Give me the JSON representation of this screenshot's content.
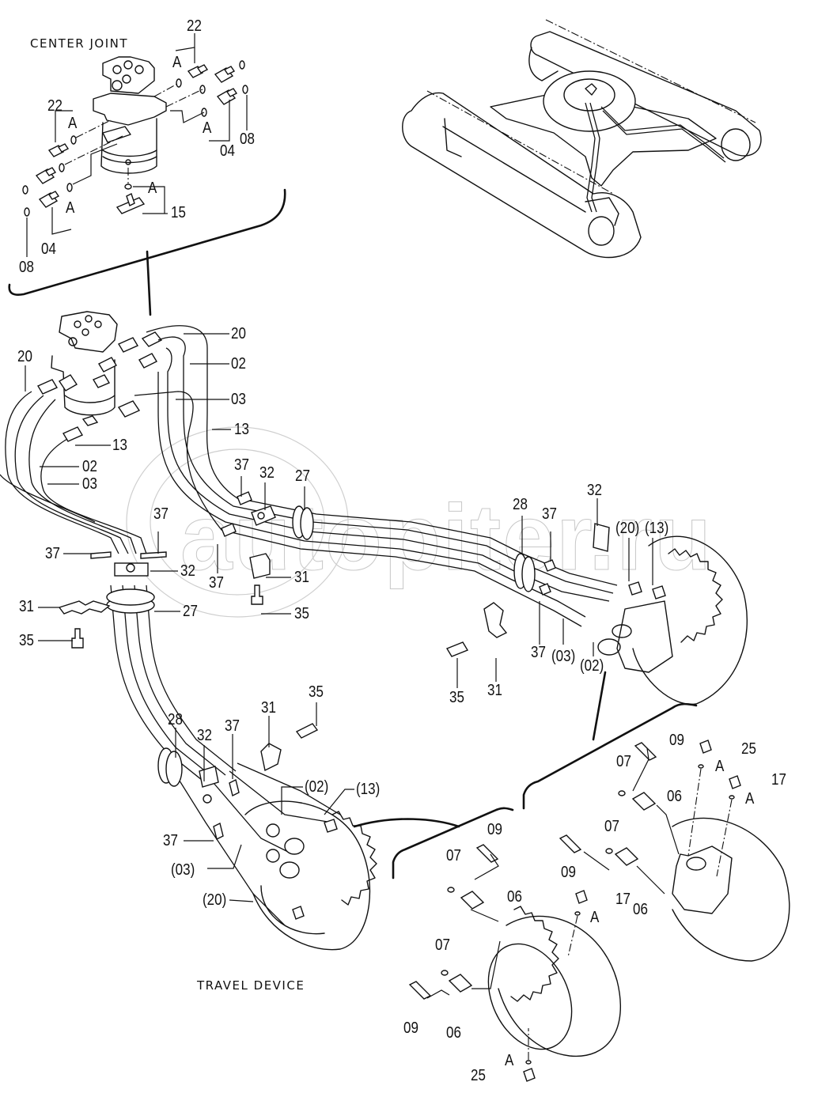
{
  "diagram": {
    "titles": {
      "center_joint": "CENTER JOINT",
      "travel_device": "TRAVEL DEVICE"
    },
    "watermark": "a autopiter.ru",
    "center_joint_labels": [
      {
        "id": "cj-22-top",
        "text": "22"
      },
      {
        "id": "cj-a-top",
        "text": "A"
      },
      {
        "id": "cj-22-left",
        "text": "22"
      },
      {
        "id": "cj-a-left",
        "text": "A"
      },
      {
        "id": "cj-a-right",
        "text": "A"
      },
      {
        "id": "cj-04-right",
        "text": "04"
      },
      {
        "id": "cj-08-right",
        "text": "08"
      },
      {
        "id": "cj-a-bottom",
        "text": "A"
      },
      {
        "id": "cj-15",
        "text": "15"
      },
      {
        "id": "cj-a-lower-left",
        "text": "A"
      },
      {
        "id": "cj-04-left",
        "text": "04"
      },
      {
        "id": "cj-08-left",
        "text": "08"
      }
    ],
    "hose_labels": [
      {
        "id": "h-20-right",
        "text": "20"
      },
      {
        "id": "h-02-right",
        "text": "02"
      },
      {
        "id": "h-03-right",
        "text": "03"
      },
      {
        "id": "h-13-right",
        "text": "13"
      },
      {
        "id": "h-20-left",
        "text": "20"
      },
      {
        "id": "h-13-mid",
        "text": "13"
      },
      {
        "id": "h-02-left",
        "text": "02"
      },
      {
        "id": "h-03-left",
        "text": "03"
      }
    ],
    "clamp_labels": [
      {
        "id": "c-37-a",
        "text": "37"
      },
      {
        "id": "c-32-a",
        "text": "32"
      },
      {
        "id": "c-27-a",
        "text": "27"
      },
      {
        "id": "c-37-b",
        "text": "37"
      },
      {
        "id": "c-31-a",
        "text": "31"
      },
      {
        "id": "c-35-a",
        "text": "35"
      },
      {
        "id": "c-37-c",
        "text": "37"
      },
      {
        "id": "c-37-d",
        "text": "37"
      },
      {
        "id": "c-32-b",
        "text": "32"
      },
      {
        "id": "c-31-b",
        "text": "31"
      },
      {
        "id": "c-27-b",
        "text": "27"
      },
      {
        "id": "c-35-b",
        "text": "35"
      }
    ],
    "right_motor_labels": [
      {
        "id": "r-28",
        "text": "28"
      },
      {
        "id": "r-37-top",
        "text": "37"
      },
      {
        "id": "r-32",
        "text": "32"
      },
      {
        "id": "r-20",
        "text": "(20)"
      },
      {
        "id": "r-13",
        "text": "(13)"
      },
      {
        "id": "r-37-bottom",
        "text": "37"
      },
      {
        "id": "r-03",
        "text": "(03)"
      },
      {
        "id": "r-02",
        "text": "(02)"
      },
      {
        "id": "r-35",
        "text": "35"
      },
      {
        "id": "r-31",
        "text": "31"
      }
    ],
    "left_motor_labels": [
      {
        "id": "l-28",
        "text": "28"
      },
      {
        "id": "l-32",
        "text": "32"
      },
      {
        "id": "l-37-top",
        "text": "37"
      },
      {
        "id": "l-31",
        "text": "31"
      },
      {
        "id": "l-35",
        "text": "35"
      },
      {
        "id": "l-02",
        "text": "(02)"
      },
      {
        "id": "l-13",
        "text": "(13)"
      },
      {
        "id": "l-37-bottom",
        "text": "37"
      },
      {
        "id": "l-03",
        "text": "(03)"
      },
      {
        "id": "l-20",
        "text": "(20)"
      }
    ],
    "detail_right_labels": [
      {
        "id": "dr-09-top",
        "text": "09"
      },
      {
        "id": "dr-25",
        "text": "25"
      },
      {
        "id": "dr-a-top",
        "text": "A"
      },
      {
        "id": "dr-07-top",
        "text": "07"
      },
      {
        "id": "dr-17",
        "text": "17"
      },
      {
        "id": "dr-a-17",
        "text": "A"
      },
      {
        "id": "dr-06-top",
        "text": "06"
      },
      {
        "id": "dr-07-bottom",
        "text": "07"
      },
      {
        "id": "dr-09-bottom",
        "text": "09"
      },
      {
        "id": "dr-06-bottom",
        "text": "06"
      }
    ],
    "detail_left_labels": [
      {
        "id": "dl-09-top",
        "text": "09"
      },
      {
        "id": "dl-07-top",
        "text": "07"
      },
      {
        "id": "dl-06-top",
        "text": "06"
      },
      {
        "id": "dl-17",
        "text": "17"
      },
      {
        "id": "dl-a-17",
        "text": "A"
      },
      {
        "id": "dl-07-bottom",
        "text": "07"
      },
      {
        "id": "dl-09-bottom",
        "text": "09"
      },
      {
        "id": "dl-06-bottom",
        "text": "06"
      },
      {
        "id": "dl-a-bottom",
        "text": "A"
      },
      {
        "id": "dl-25",
        "text": "25"
      }
    ]
  }
}
